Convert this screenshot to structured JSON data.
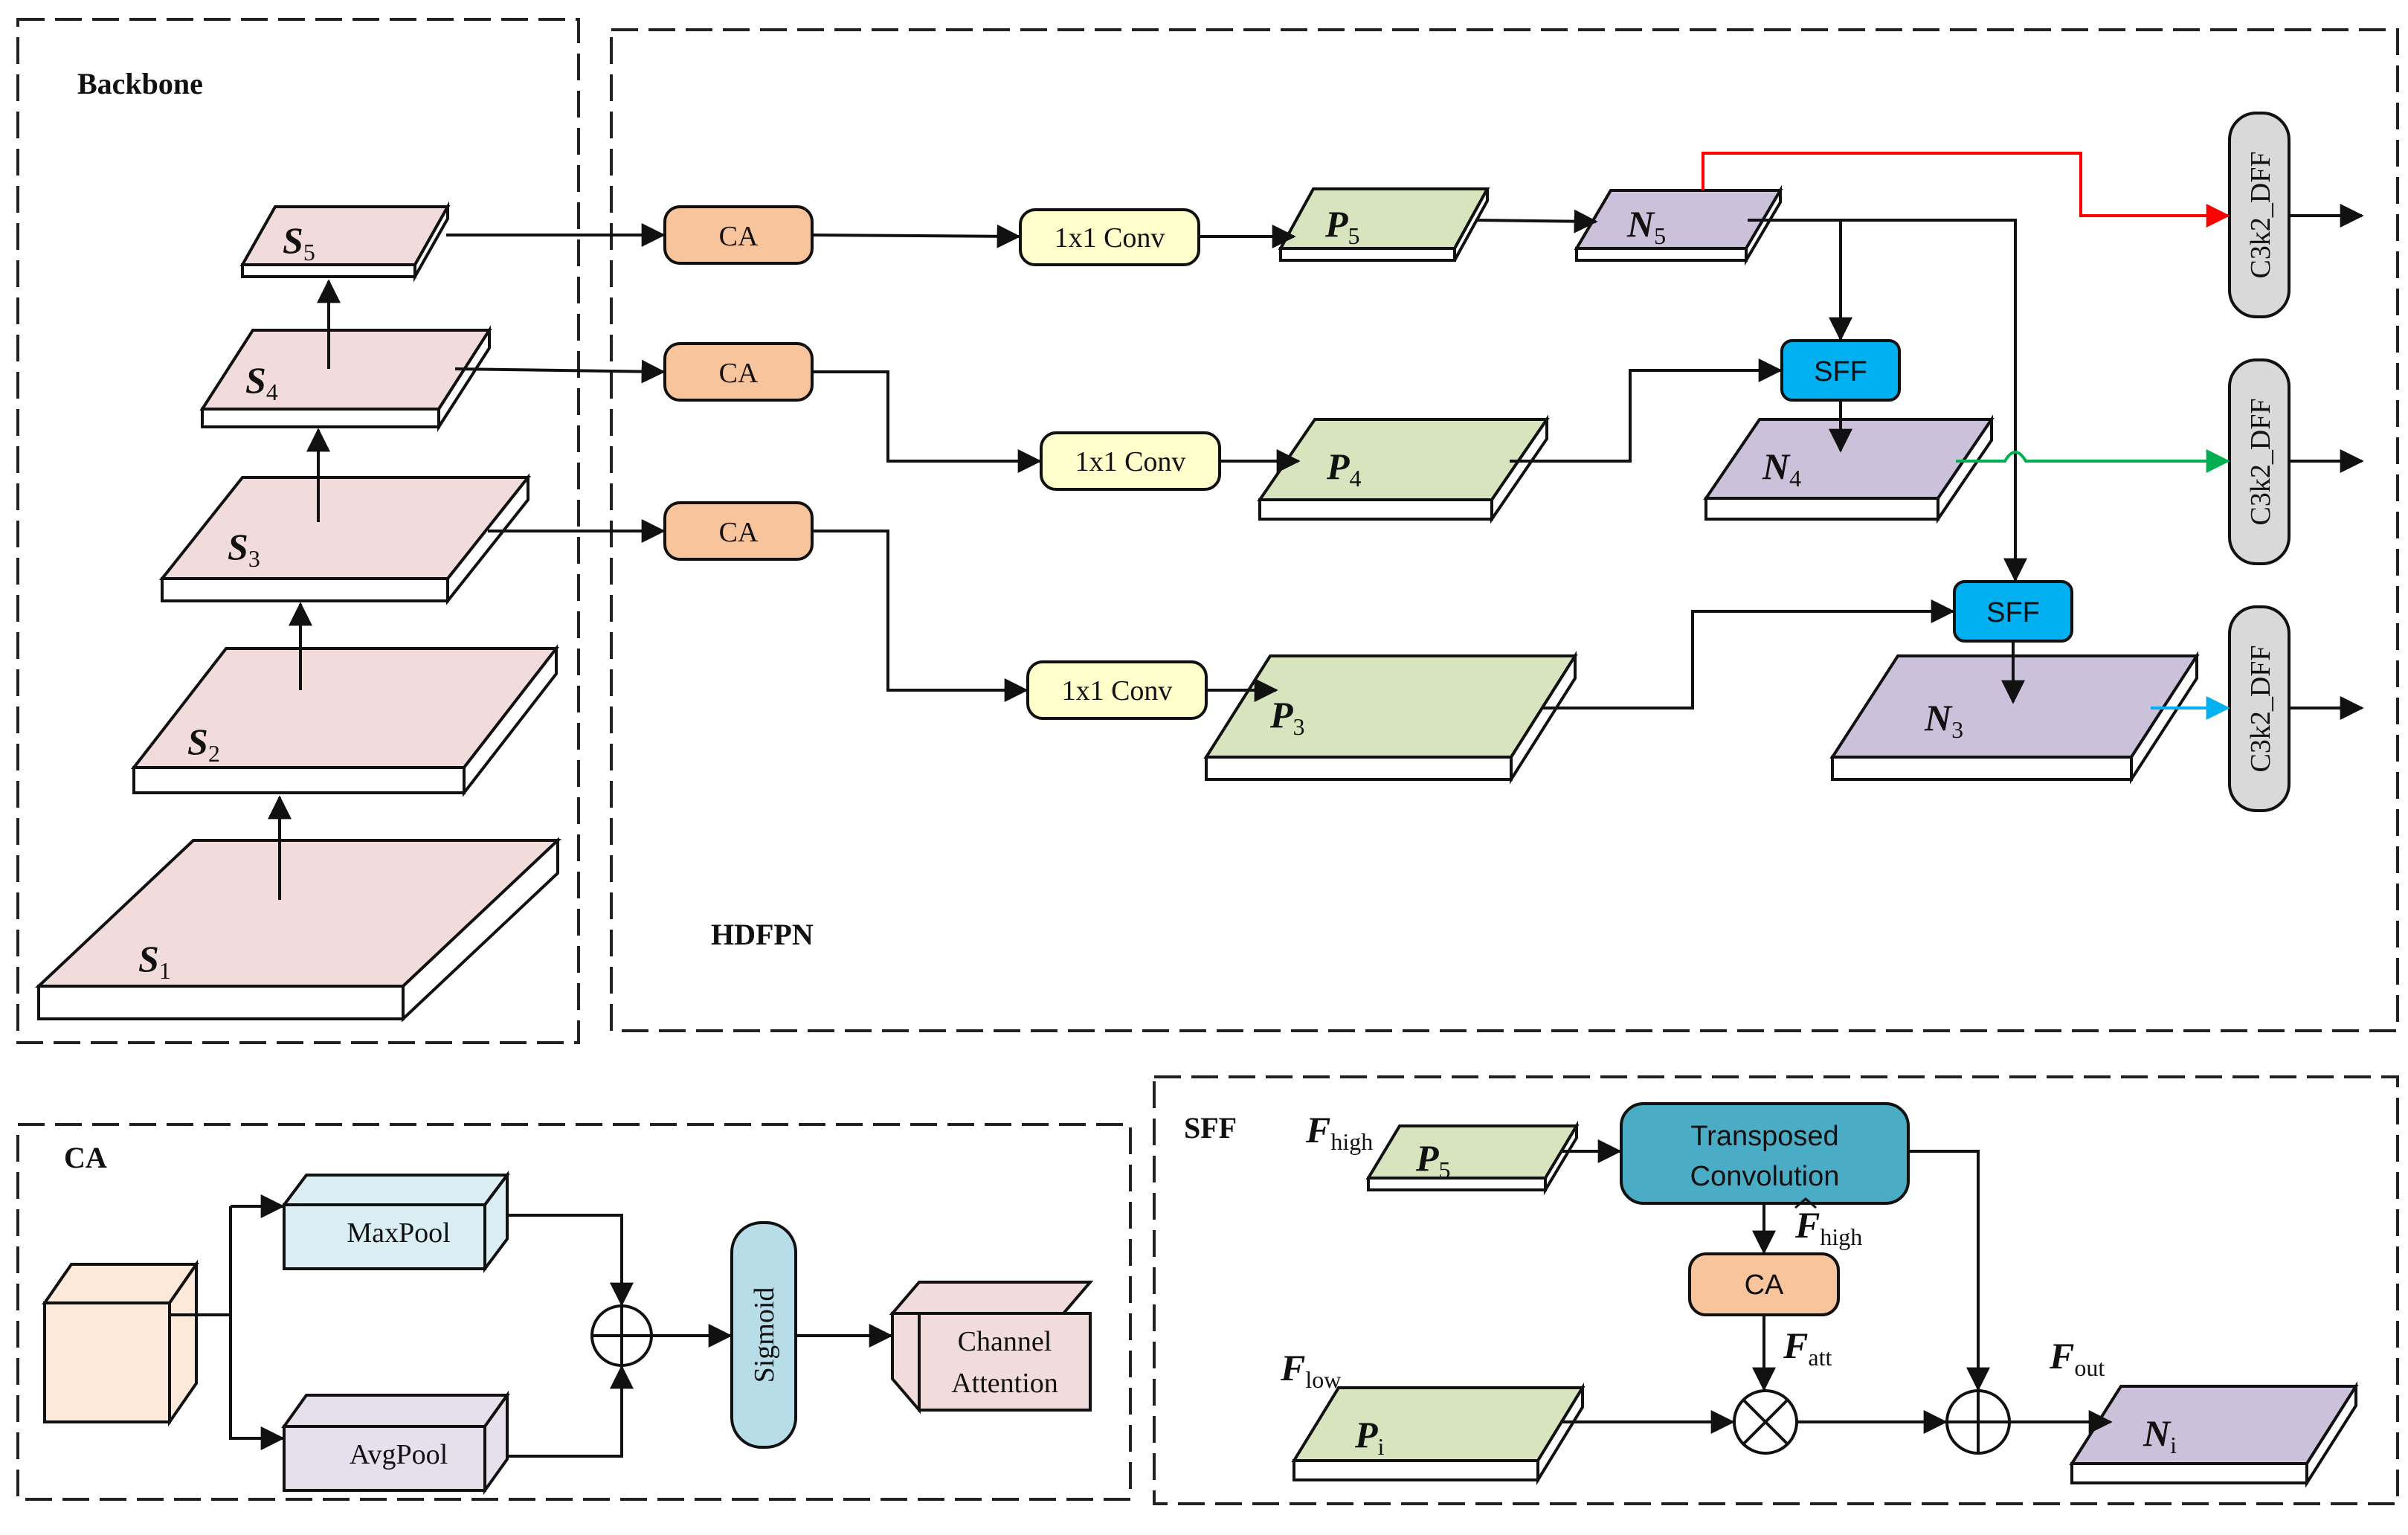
{
  "sections": {
    "backbone": "Backbone",
    "neck": "HDFPN",
    "ca": "CA",
    "sff": "SFF"
  },
  "backbone": {
    "layers": [
      {
        "letter": "S",
        "sub": "1"
      },
      {
        "letter": "S",
        "sub": "2"
      },
      {
        "letter": "S",
        "sub": "3"
      },
      {
        "letter": "S",
        "sub": "4"
      },
      {
        "letter": "S",
        "sub": "5"
      }
    ]
  },
  "neck": {
    "ca_label": "CA",
    "conv_label": "1x1 Conv",
    "sff_label": "SFF",
    "p_layers": [
      {
        "letter": "P",
        "sub": "5"
      },
      {
        "letter": "P",
        "sub": "4"
      },
      {
        "letter": "P",
        "sub": "3"
      }
    ],
    "n_layers": [
      {
        "letter": "N",
        "sub": "5"
      },
      {
        "letter": "N",
        "sub": "4"
      },
      {
        "letter": "N",
        "sub": "3"
      }
    ],
    "head_label": "C3k2_DFF"
  },
  "ca_module": {
    "maxpool": "MaxPool",
    "avgpool": "AvgPool",
    "sigmoid": "Sigmoid",
    "output_line1": "Channel",
    "output_line2": "Attention"
  },
  "sff_module": {
    "f_high": {
      "letter": "F",
      "sub": "high"
    },
    "f_high_hat": {
      "letter": "F",
      "sub": "high"
    },
    "f_low": {
      "letter": "F",
      "sub": "low"
    },
    "f_att": {
      "letter": "F",
      "sub": "att"
    },
    "f_out": {
      "letter": "F",
      "sub": "out"
    },
    "p5": {
      "letter": "P",
      "sub": "5"
    },
    "pi": {
      "letter": "P",
      "sub": "i"
    },
    "ni": {
      "letter": "N",
      "sub": "i"
    },
    "transposed_line1": "Transposed",
    "transposed_line2": "Convolution",
    "ca_label": "CA"
  },
  "colors": {
    "backbone_fill": "#f2dcdb",
    "p_fill": "#d7e4bd",
    "n_fill": "#ccc1da",
    "ca_fill": "#f8c49b",
    "conv_fill": "#ffffcc",
    "sff_fill": "#00b0f0",
    "head_fill": "#d9d9d9",
    "transposed_fill": "#4bacc6",
    "sigmoid_fill": "#b7dde8",
    "maxpool_fill": "#dbeef4",
    "avgpool_fill": "#e6e0ec",
    "channel_fill": "#f2dcdb",
    "input_fill": "#fde9d9",
    "red_line": "#ff0000",
    "green_line": "#00b050",
    "blue_line": "#00b0f0"
  }
}
